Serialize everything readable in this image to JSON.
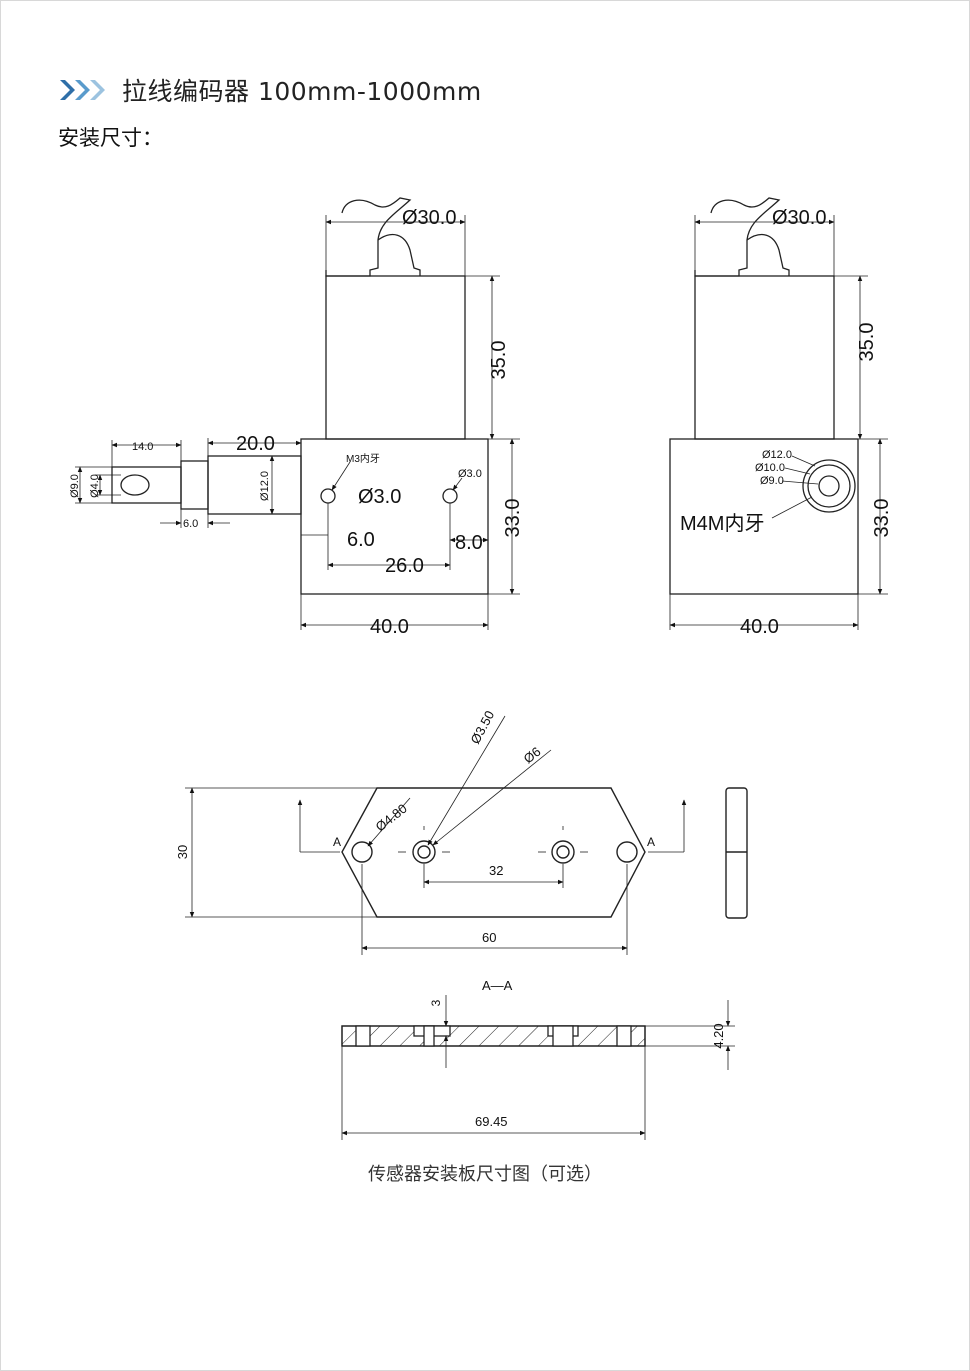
{
  "header": {
    "title": "拉线编码器 100mm-1000mm",
    "accent_color": "#3f8fc4",
    "icon": "triple-chevron-right-icon"
  },
  "subtitle": "安装尺寸：",
  "front_view": {
    "dia_top": "Ø30.0",
    "height_body": "35.0",
    "length_20": "20.0",
    "length_14": "14.0",
    "length_6": "6.0",
    "dia_9": "Ø9.0",
    "dia_4": "Ø4.0",
    "dia_12": "Ø12.0",
    "thread_note": "M3内牙",
    "hole_dia_large": "Ø3.0",
    "hole_dia_small": "Ø3.0",
    "dim_6": "6.0",
    "dim_26": "26.0",
    "dim_8": "8.0",
    "dim_33": "33.0",
    "dim_40": "40.0"
  },
  "side_view": {
    "dia_top": "Ø30.0",
    "height_body": "35.0",
    "dia_12": "Ø12.0",
    "dia_10": "Ø10.0",
    "dia_9": "Ø9.0",
    "thread_note": "M4M内牙",
    "dim_33": "33.0",
    "dim_40": "40.0"
  },
  "plate_top": {
    "dia_350": "Ø3.50",
    "dia_6": "Ø6",
    "dia_480": "Ø4.80",
    "section_mark_left": "A",
    "section_mark_right": "A",
    "dim_30": "30",
    "dim_32": "32",
    "dim_60": "60"
  },
  "plate_section": {
    "label": "A—A",
    "dim_3": "3",
    "dim_420": "4.20",
    "dim_6945": "69.45"
  },
  "caption": "传感器安装板尺寸图（可选）"
}
